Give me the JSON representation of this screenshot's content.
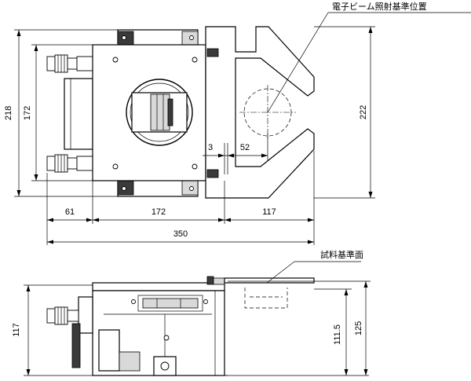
{
  "labels": {
    "ebeam_reference": "電子ビーム照射基準位置",
    "sample_reference": "試料基準面"
  },
  "top_view_dimensions": {
    "left_height": "218",
    "inner_height": "172",
    "right_height": "222",
    "gap": "3",
    "offset": "52",
    "width_left": "61",
    "width_body": "172",
    "width_right": "117",
    "total_width": "350"
  },
  "side_view_dimensions": {
    "height": "117",
    "height_inner": "111.5",
    "height_total": "125"
  }
}
